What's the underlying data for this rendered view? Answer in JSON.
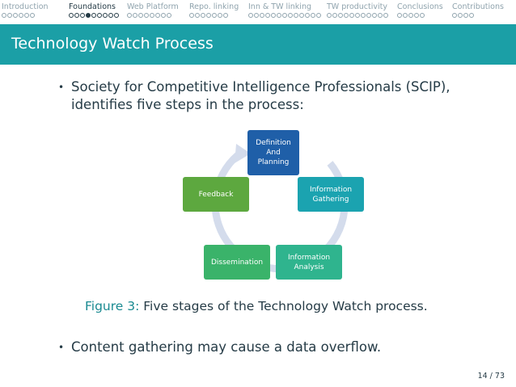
{
  "nav": [
    {
      "label": "Introduction",
      "dots": 6,
      "filled": -1,
      "active": false
    },
    {
      "label": "Foundations",
      "dots": 9,
      "filled": 3,
      "active": true
    },
    {
      "label": "Web Platform",
      "dots": 8,
      "filled": -1,
      "active": false
    },
    {
      "label": "Repo. linking",
      "dots": 7,
      "filled": -1,
      "active": false
    },
    {
      "label": "Inn & TW linking",
      "dots": 13,
      "filled": -1,
      "active": false
    },
    {
      "label": "TW productivity",
      "dots": 11,
      "filled": -1,
      "active": false
    },
    {
      "label": "Conclusions",
      "dots": 5,
      "filled": -1,
      "active": false
    },
    {
      "label": "Contributions",
      "dots": 4,
      "filled": -1,
      "active": false
    }
  ],
  "title": "Technology Watch Process",
  "bullets": [
    "Society for Competitive Intelligence Professionals (SCIP), identifies five steps in the process:",
    "Content gathering may cause a data overflow."
  ],
  "diagram": {
    "definition": [
      "Definition",
      "And",
      "Planning"
    ],
    "gathering": [
      "Information",
      "Gathering"
    ],
    "analysis": [
      "Information",
      "Analysis"
    ],
    "dissemination": "Dissemination",
    "feedback": "Feedback",
    "colors": {
      "definition": "#1f5fa8",
      "gathering": "#1ba3b0",
      "analysis": "#2fb48e",
      "dissemination": "#3ab36a",
      "feedback": "#5da83f",
      "arrow": "#d4dcec"
    }
  },
  "caption": {
    "label": "Figure 3:",
    "text": " Five stages of the Technology Watch process."
  },
  "page": "14 / 73"
}
